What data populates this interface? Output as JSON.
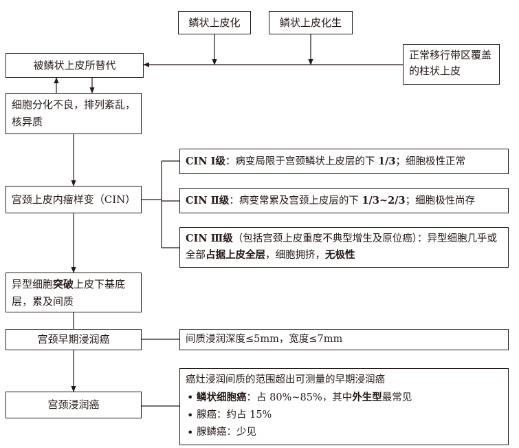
{
  "nodes": {
    "squamous_epithelialization": "鳞状上皮化",
    "squamous_metaplasia": "鳞状上皮化生",
    "normal_transformation_zone": "正常移行带区覆盖的柱状上皮",
    "replaced_by_squamous": "被鳞状上皮所替代",
    "poor_differentiation": "细胞分化不良，排列紊乱，核异质",
    "cin": "宫颈上皮内瘤样变（CIN）",
    "breakthrough": {
      "before": "异型细胞",
      "bold": "突破",
      "after": "上皮下基底层，累及间质"
    },
    "early_invasive": "宫颈早期浸润癌",
    "invasive": "宫颈浸润癌"
  },
  "cin_levels": {
    "cin1": {
      "label": "CIN Ⅰ级",
      "text_a": "：病变局限于宫颈鳞状上皮层的下 ",
      "fraction": "1/3",
      "text_b": "；细胞极性正常"
    },
    "cin2": {
      "label": "CIN Ⅱ级",
      "text_a": "：病变常累及宫颈上皮层的下 ",
      "fraction": "1/3~2/3",
      "text_b": "；细胞极性尚存"
    },
    "cin3": {
      "label": "CIN Ⅲ级",
      "text_a": "（包括宫颈上皮重度不典型增生及原位癌）：异型细胞几乎或全部",
      "bold_a": "占据上皮全层",
      "text_b": "，细胞拥挤，",
      "bold_b": "无极性"
    }
  },
  "early_invasive_note": "间质浸润深度≤5mm，宽度≤7mm",
  "invasive_note": {
    "intro": "癌灶浸润间质的范围超出可测量的早期浸润癌",
    "bullets": [
      {
        "bold": "鳞状细胞癌",
        "text": "：占 80%~85%，其中",
        "bold2": "外生型",
        "text2": "最常见"
      },
      {
        "bold": "",
        "text": "腺癌：约占 15%",
        "bold2": "",
        "text2": ""
      },
      {
        "bold": "",
        "text": "腺鳞癌：少见",
        "bold2": "",
        "text2": ""
      }
    ]
  }
}
